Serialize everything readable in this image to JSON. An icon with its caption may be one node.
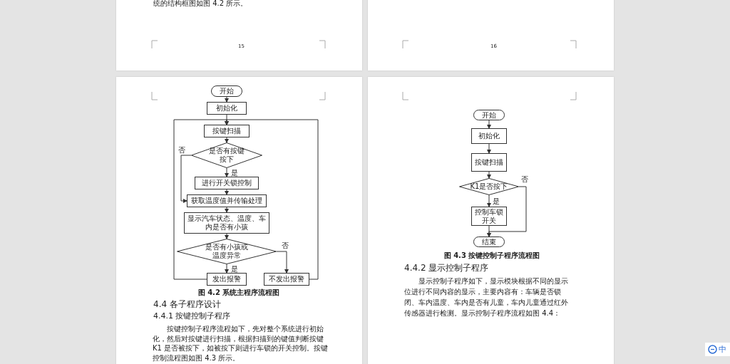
{
  "diagram": {
    "nodes": [
      {
        "text": [
          "开始"
        ]
      },
      {
        "text": [
          "初始化"
        ]
      },
      {
        "text": [
          "按键扫描"
        ]
      },
      {
        "text": [
          "是否有按键按下"
        ]
      },
      {
        "text": [
          "进行开关锁控制"
        ]
      },
      {
        "text": [
          "获取温度值并传输处理"
        ]
      },
      {
        "text": [
          "显示汽车状态、温度、车内是否有小孩"
        ]
      },
      {
        "text": [
          "是否有小孩或温度异常"
        ]
      },
      {
        "text": [
          "发出报警"
        ]
      },
      {
        "text": [
          "不发出报警"
        ]
      },
      {
        "text": [
          "开始"
        ]
      },
      {
        "text": [
          "初始化"
        ]
      },
      {
        "text": [
          "按键扫描"
        ]
      },
      {
        "text": [
          "K1是否按下"
        ]
      },
      {
        "text": [
          "控制车锁开关"
        ]
      },
      {
        "text": [
          "结束"
        ]
      }
    ],
    "edges": [
      {
        "from": 0,
        "to": 1,
        "arrow": "to"
      },
      {
        "from": 1,
        "to": 2,
        "arrow": "to"
      },
      {
        "from": 2,
        "to": 3,
        "arrow": "to"
      },
      {
        "from": 3,
        "to": 4,
        "arrow": "to",
        "label": "是"
      },
      {
        "from": 3,
        "to": 5,
        "arrow": "to",
        "label": "否"
      },
      {
        "from": 4,
        "to": 5,
        "arrow": "to"
      },
      {
        "from": 5,
        "to": 6,
        "arrow": "to"
      },
      {
        "from": 6,
        "to": 7,
        "arrow": "to"
      },
      {
        "from": 7,
        "to": 8,
        "arrow": "to",
        "label": "是"
      },
      {
        "from": 7,
        "to": 9,
        "arrow": "to",
        "label": "否"
      },
      {
        "from": 8,
        "to": 2,
        "arrow": "to"
      },
      {
        "from": 9,
        "to": 2,
        "arrow": "to"
      },
      {
        "from": 10,
        "to": 11,
        "arrow": "to"
      },
      {
        "from": 11,
        "to": 12,
        "arrow": "to"
      },
      {
        "from": 12,
        "to": 13,
        "arrow": "to"
      },
      {
        "from": 13,
        "to": 14,
        "arrow": "to",
        "label": "是"
      },
      {
        "from": 13,
        "to": 15,
        "arrow": "to",
        "label": "否"
      },
      {
        "from": 14,
        "to": 15,
        "arrow": "to"
      }
    ],
    "labels": [
      "统的结构框图如图 4.2 所示。",
      "15",
      "16",
      "图 4.2 系统主程序流程图",
      "4.4 各子程序设计",
      "4.4.1 按键控制子程序",
      "按键控制子程序流程如下，先对整个系统进行初始化，然后对按键进行扫描，根据扫描到的键值判断按键 K1 是否被按下，如被按下则进行车锁的开关控制。按键控制流程图如图 4.3 所示。",
      "图 4.3 按键控制子程序流程图",
      "4.4.2 显示控制子程序",
      "显示控制子程序如下，显示模块根据不同的显示位进行不同内容的显示，主要内容有：车辆是否锁闭、车内温度、车内是否有儿童，车内儿童通过红外传感器进行检测。显示控制子程序流程如图 4.4：",
      "中"
    ]
  }
}
